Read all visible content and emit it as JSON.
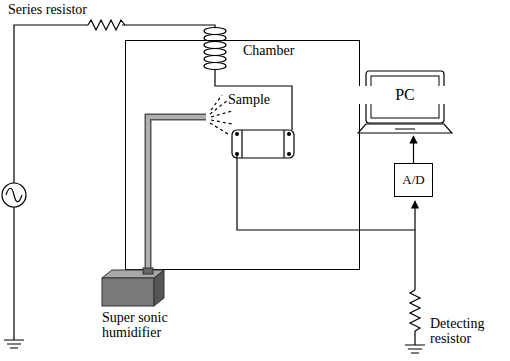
{
  "diagram": {
    "nodes": [
      {
        "text": [
          "Chamber"
        ]
      },
      {
        "text": [
          "PC"
        ]
      },
      {
        "text": [
          "A/D"
        ]
      },
      {
        "text": [
          "Super sonic humidifier"
        ]
      }
    ],
    "edges": [
      {
        "from": 2,
        "to": 1,
        "arrow": "to"
      }
    ],
    "labels": [
      "Series resistor",
      "Sample",
      "Detecting resistor"
    ]
  }
}
